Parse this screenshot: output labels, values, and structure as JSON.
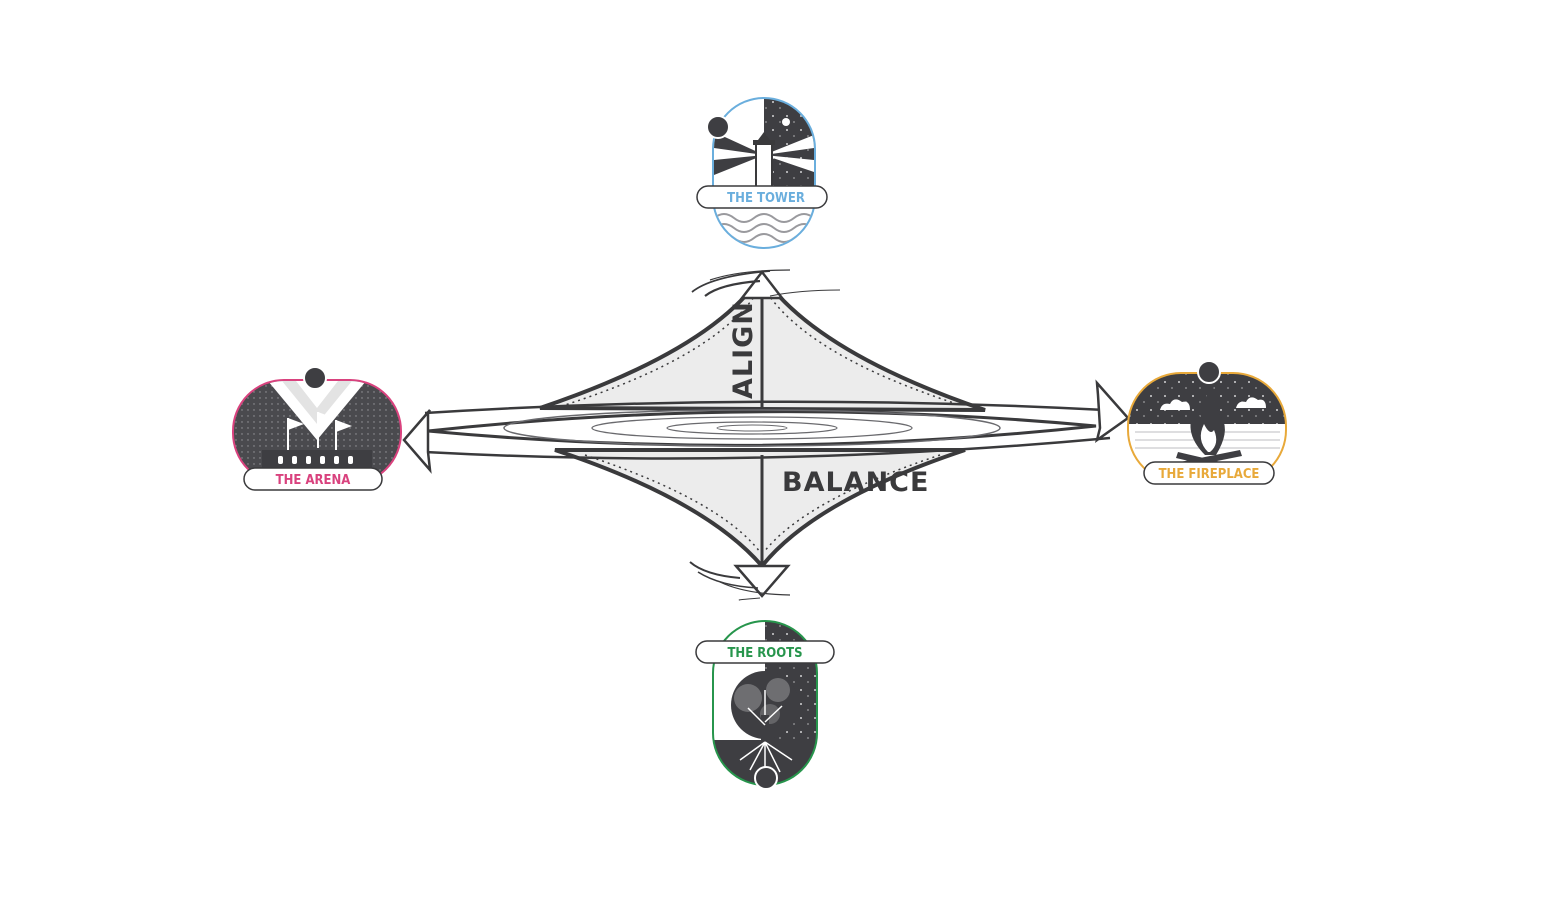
{
  "axes": {
    "vertical_label": "ALIGN",
    "horizontal_label": "BALANCE"
  },
  "badges": {
    "tower": {
      "label": "THE TOWER",
      "color": "#6aaedd",
      "icon": "lighthouse-icon"
    },
    "arena": {
      "label": "THE ARENA",
      "color": "#d9427e",
      "icon": "arena-flags-icon"
    },
    "fireplace": {
      "label": "THE FIREPLACE",
      "color": "#e8a93a",
      "icon": "campfire-icon"
    },
    "roots": {
      "label": "THE ROOTS",
      "color": "#27954c",
      "icon": "tree-roots-icon"
    }
  },
  "colors": {
    "ink": "#3a3a3c",
    "fill": "#ededed",
    "dark_panel": "#4a4a4e"
  }
}
